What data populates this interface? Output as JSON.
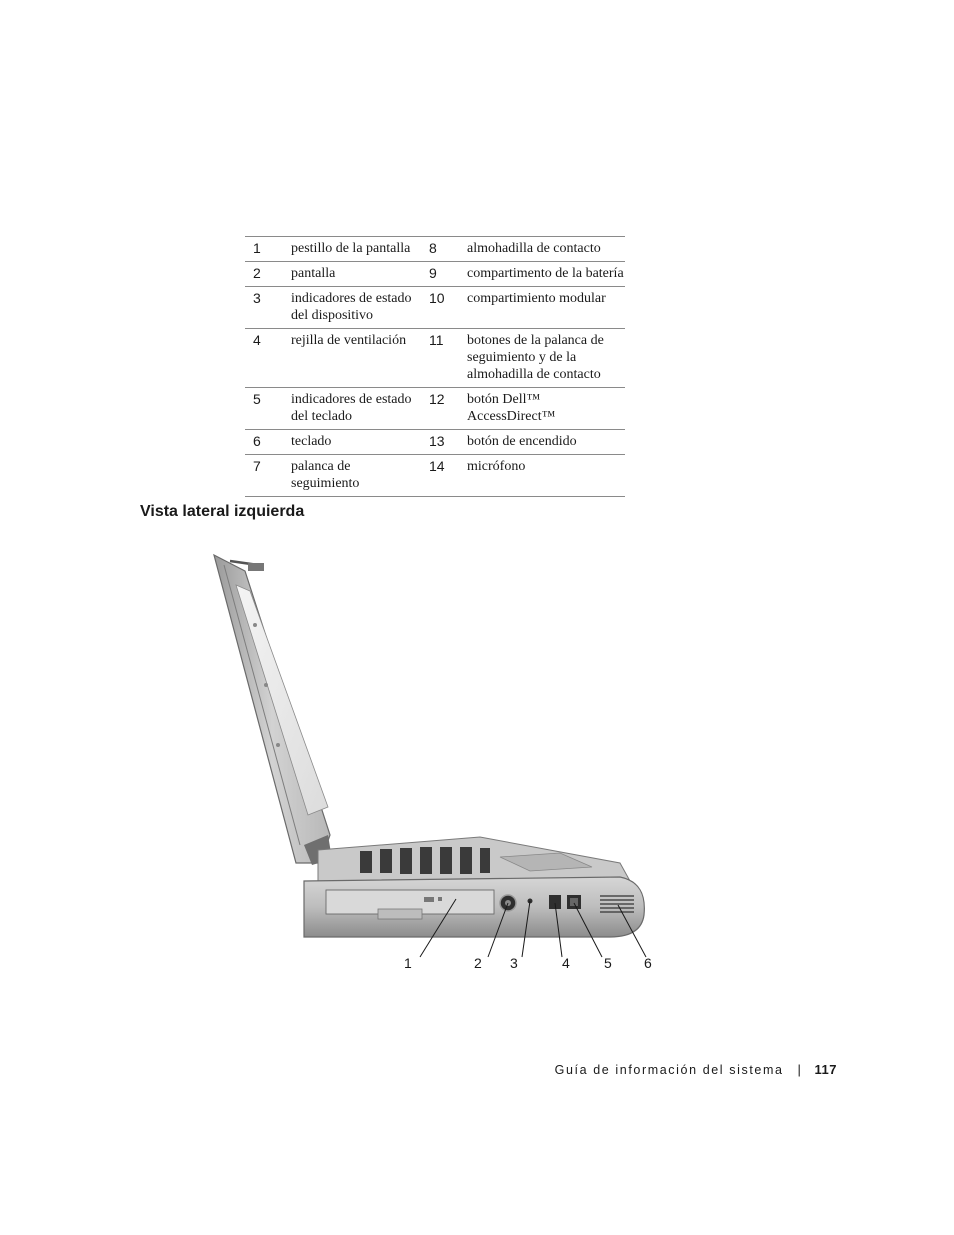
{
  "legend": {
    "rows": [
      {
        "n1": "1",
        "t1": "pestillo de la pantalla",
        "n2": "8",
        "t2": "almohadilla de contacto"
      },
      {
        "n1": "2",
        "t1": "pantalla",
        "n2": "9",
        "t2": "compartimento de la batería"
      },
      {
        "n1": "3",
        "t1": "indicadores de estado del dispositivo",
        "n2": "10",
        "t2": "compartimiento modular"
      },
      {
        "n1": "4",
        "t1": "rejilla de ventilación",
        "n2": "11",
        "t2": "botones de la palanca de seguimiento y de la almohadilla de contacto"
      },
      {
        "n1": "5",
        "t1": "indicadores de estado del teclado",
        "n2": "12",
        "t2": "botón Dell™ AccessDirect™"
      },
      {
        "n1": "6",
        "t1": "teclado",
        "n2": "13",
        "t2": "botón de encendido"
      },
      {
        "n1": "7",
        "t1": "palanca de seguimiento",
        "n2": "14",
        "t2": "micrófono"
      }
    ]
  },
  "section": {
    "heading": "Vista lateral izquierda"
  },
  "figure": {
    "callouts": [
      "1",
      "2",
      "3",
      "4",
      "5",
      "6"
    ]
  },
  "footer": {
    "guide_title": "Guía de información del sistema",
    "separator": "|",
    "page_number": "117"
  }
}
